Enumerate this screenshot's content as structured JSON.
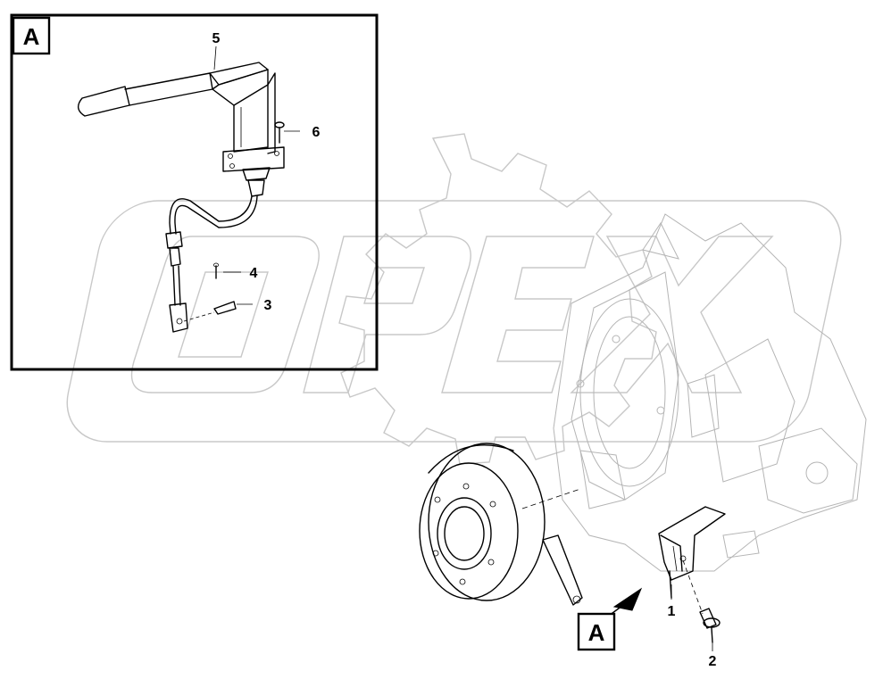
{
  "detail_view": {
    "label": "A"
  },
  "reference_marker": {
    "label": "A"
  },
  "callouts": [
    "1",
    "2",
    "3",
    "4",
    "5",
    "6"
  ]
}
